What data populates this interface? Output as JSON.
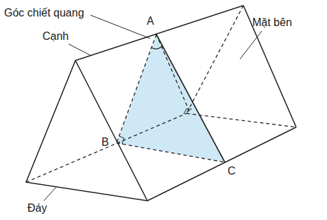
{
  "diagram": {
    "labels": [
      "Góc chiết quang",
      "A",
      "Cạnh",
      "Mặt bên",
      "B",
      "C",
      "Đáy"
    ]
  }
}
